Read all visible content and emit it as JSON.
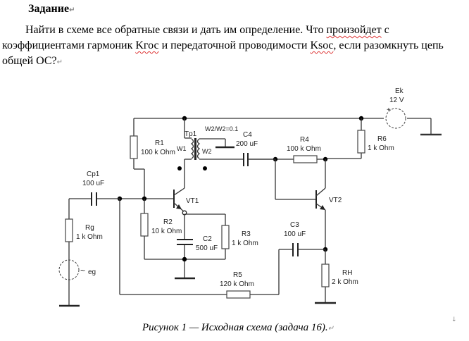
{
  "document": {
    "heading": "Задание",
    "paragraph": {
      "part1": "Найти в схеме все обратные связи и дать им определение. Что ",
      "part2_marked": "произойдет",
      "part3": " с коэффициентами гармоник ",
      "part4_marked": "Kгос",
      "part5": " и передаточной проводимости ",
      "part6_marked": "Ksoc",
      "part7": ", если разомкнуть цепь общей ОС?"
    },
    "paragraph_mark": "↵",
    "caption": "Рисунок 1 — Исходная схема (задача 16).",
    "corner_mark": "↓"
  },
  "circuit": {
    "components": {
      "Ek": {
        "name": "Ek",
        "value": "12 V"
      },
      "R1": {
        "name": "R1",
        "value": "100 k Ohm"
      },
      "Tp1": {
        "name": "Tp1",
        "w1": "W1",
        "w2": "W2",
        "ratio": "W2/W2=0.1"
      },
      "C4": {
        "name": "C4",
        "value": "200 uF"
      },
      "R4": {
        "name": "R4",
        "value": "100 k Ohm"
      },
      "R6": {
        "name": "R6",
        "value": "1 k Ohm"
      },
      "Cp1": {
        "name": "Cp1",
        "value": "100 uF"
      },
      "Rg": {
        "name": "Rg",
        "value": "1 k Ohm"
      },
      "eg": {
        "name": "eg",
        "symbol": "~"
      },
      "VT1": {
        "name": "VT1"
      },
      "VT2": {
        "name": "VT2"
      },
      "R2": {
        "name": "R2",
        "value": "10 k Ohm"
      },
      "C2": {
        "name": "C2",
        "value": "500 uF"
      },
      "R3": {
        "name": "R3",
        "value": "1 k Ohm"
      },
      "C3": {
        "name": "C3",
        "value": "100 uF"
      },
      "R5": {
        "name": "R5",
        "value": "120 k Ohm"
      },
      "RH": {
        "name": "RH",
        "value": "2 k Ohm"
      }
    },
    "plus_sign": "+"
  }
}
